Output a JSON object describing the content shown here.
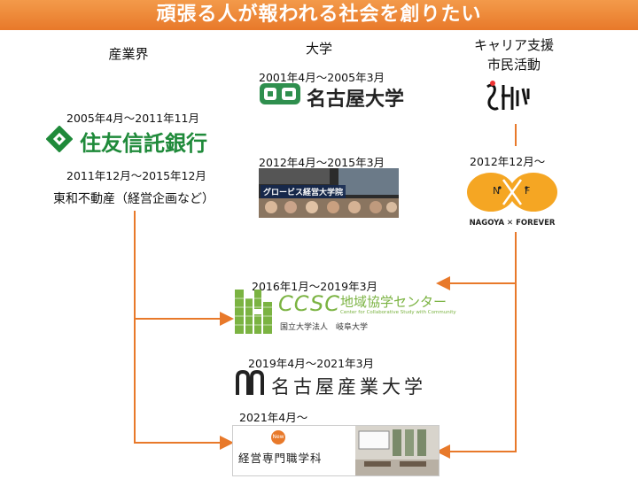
{
  "title": "頑張る人が報われる社会を創りたい",
  "columns": {
    "industry": "産業界",
    "university": "大学",
    "career": {
      "line1": "キャリア支援",
      "line2": "市民活動"
    }
  },
  "industry": {
    "sumitomo": {
      "period": "2005年4月～2011年11月",
      "name": "住友信託銀行"
    },
    "towa": {
      "period": "2011年12月～2015年12月",
      "name": "東和不動産（経営企画など）"
    }
  },
  "university": {
    "nagoya": {
      "period": "2001年4月～2005年3月",
      "name": "名古屋大学"
    },
    "globis": {
      "period": "2012年4月～2015年3月",
      "name": "グロービス経営大学院"
    }
  },
  "career": {
    "nxf": {
      "period": "2012年12月～",
      "caption": "NAGOYA ✕ FOREVER",
      "letters": [
        "N",
        "F"
      ]
    }
  },
  "ccsc": {
    "period": "2016年1月～2019年3月",
    "abbr": "CCSC",
    "name": "地域協学センター",
    "sub_en": "Center for Collaborative Study with Community",
    "sub_jp": "国立大学法人　岐阜大学"
  },
  "nsu": {
    "period": "2019年4月～2021年3月",
    "name": "名古屋産業大学"
  },
  "school": {
    "period": "2021年4月～",
    "badge": "New",
    "name": "経営専門職学科"
  },
  "colors": {
    "accent": "#e8792a",
    "sumitomo": "#1f8a3a",
    "ccsc": "#7bb342",
    "nxf": "#f5a623"
  }
}
